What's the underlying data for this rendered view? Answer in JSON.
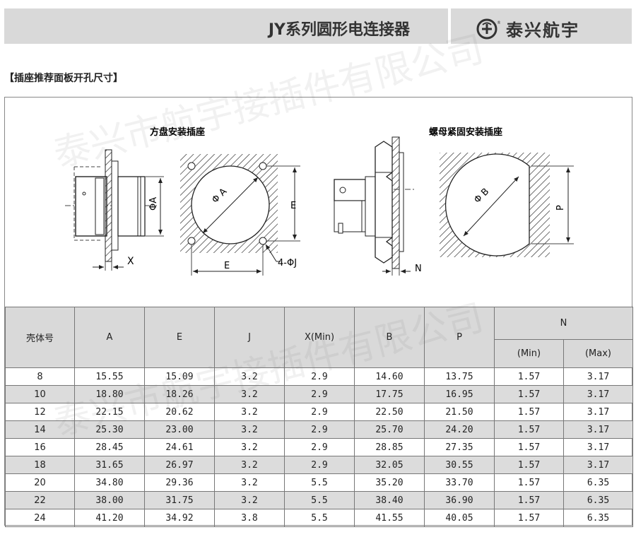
{
  "header": {
    "title": "JY系列圆形电连接器",
    "brand": "泰兴航宇",
    "logo_icon": "brand-logo-icon"
  },
  "section": {
    "title": "【插座推荐面板开孔尺寸】"
  },
  "diagram": {
    "left_title": "方盘安装插座",
    "right_title": "螺母紧固安装插座",
    "labels": {
      "phi_a_side": "ΦA",
      "phi_a": "Φ A",
      "e_vertical": "E",
      "e_horizontal": "E",
      "x": "X",
      "four_phi_j": "4-ΦJ",
      "phi_b": "Φ B",
      "p": "P",
      "n": "N"
    }
  },
  "watermark": "泰兴市航宇接插件有限公司",
  "table": {
    "headers": {
      "shell": "壳体号",
      "a": "A",
      "e": "E",
      "j": "J",
      "x": "X(Min)",
      "b": "B",
      "p": "P",
      "n": "N",
      "n_min": "(Min)",
      "n_max": "(Max)"
    },
    "rows": [
      [
        "8",
        "15.55",
        "15.09",
        "3.2",
        "2.9",
        "14.60",
        "13.75",
        "1.57",
        "3.17"
      ],
      [
        "10",
        "18.80",
        "18.26",
        "3.2",
        "2.9",
        "17.75",
        "16.95",
        "1.57",
        "3.17"
      ],
      [
        "12",
        "22.15",
        "20.62",
        "3.2",
        "2.9",
        "22.50",
        "21.50",
        "1.57",
        "3.17"
      ],
      [
        "14",
        "25.30",
        "23.00",
        "3.2",
        "2.9",
        "25.70",
        "24.20",
        "1.57",
        "3.17"
      ],
      [
        "16",
        "28.45",
        "24.61",
        "3.2",
        "2.9",
        "28.85",
        "27.35",
        "1.57",
        "3.17"
      ],
      [
        "18",
        "31.65",
        "26.97",
        "3.2",
        "2.9",
        "32.05",
        "30.55",
        "1.57",
        "3.17"
      ],
      [
        "20",
        "34.80",
        "29.36",
        "3.2",
        "5.5",
        "35.20",
        "33.70",
        "1.57",
        "6.35"
      ],
      [
        "22",
        "38.00",
        "31.75",
        "3.2",
        "5.5",
        "38.40",
        "36.90",
        "1.57",
        "6.35"
      ],
      [
        "24",
        "41.20",
        "34.92",
        "3.8",
        "5.5",
        "41.55",
        "40.05",
        "1.57",
        "6.35"
      ]
    ]
  }
}
